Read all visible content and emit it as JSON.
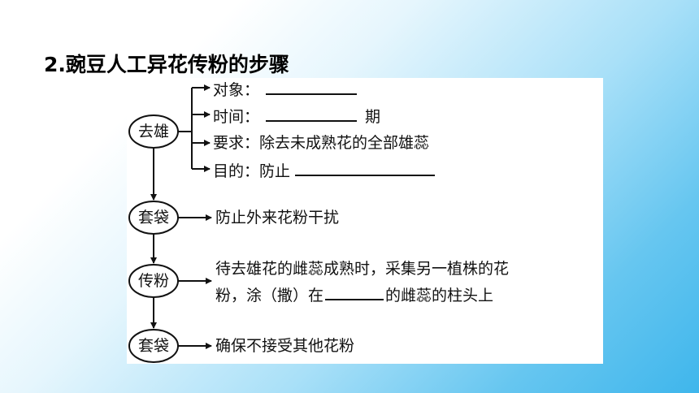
{
  "title": "2.豌豆人工异花传粉的步骤",
  "steps": [
    {
      "label": "去雄",
      "details": [
        {
          "text": "对象：",
          "blank_after": true
        },
        {
          "text": "时间：",
          "blank_after": true,
          "suffix": "期"
        },
        {
          "text": "要求：除去未成熟花的全部雄蕊"
        },
        {
          "text": "目的：防止",
          "blank_after": true
        }
      ]
    },
    {
      "label": "套袋",
      "details": [
        {
          "text": "防止外来花粉干扰"
        }
      ]
    },
    {
      "label": "传粉",
      "details": [
        {
          "text": "待去雄花的雌蕊成熟时，采集另一植株的花"
        },
        {
          "text_before": "粉，涂（撒）在",
          "text_after": "的雌蕊的柱头上",
          "blank_after": true
        }
      ]
    },
    {
      "label": "套袋",
      "details": [
        {
          "text": "确保不接受其他花粉"
        }
      ]
    }
  ],
  "colors": {
    "ink": "#111111",
    "panel": "#ffffff",
    "bg_accent": "#3fb6ec"
  }
}
